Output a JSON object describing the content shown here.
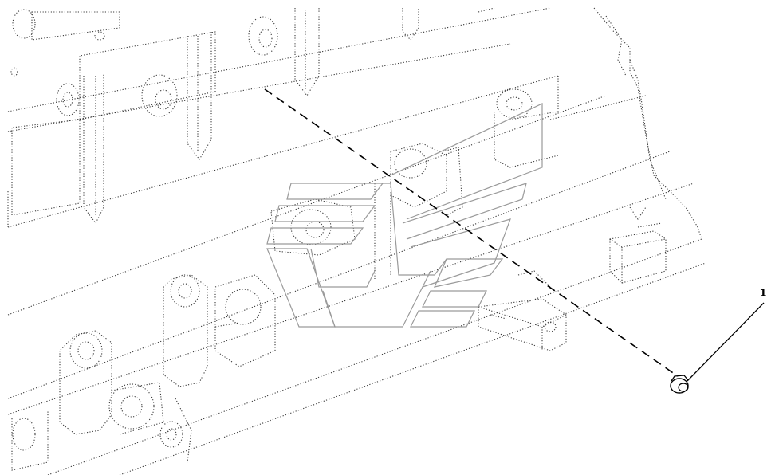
{
  "figure": {
    "callouts": [
      {
        "label": "1",
        "part": "nut"
      }
    ],
    "watermark": "logo",
    "colors": {
      "line": "#000000",
      "background": "#ffffff",
      "watermark": "#9a9a9a"
    }
  }
}
